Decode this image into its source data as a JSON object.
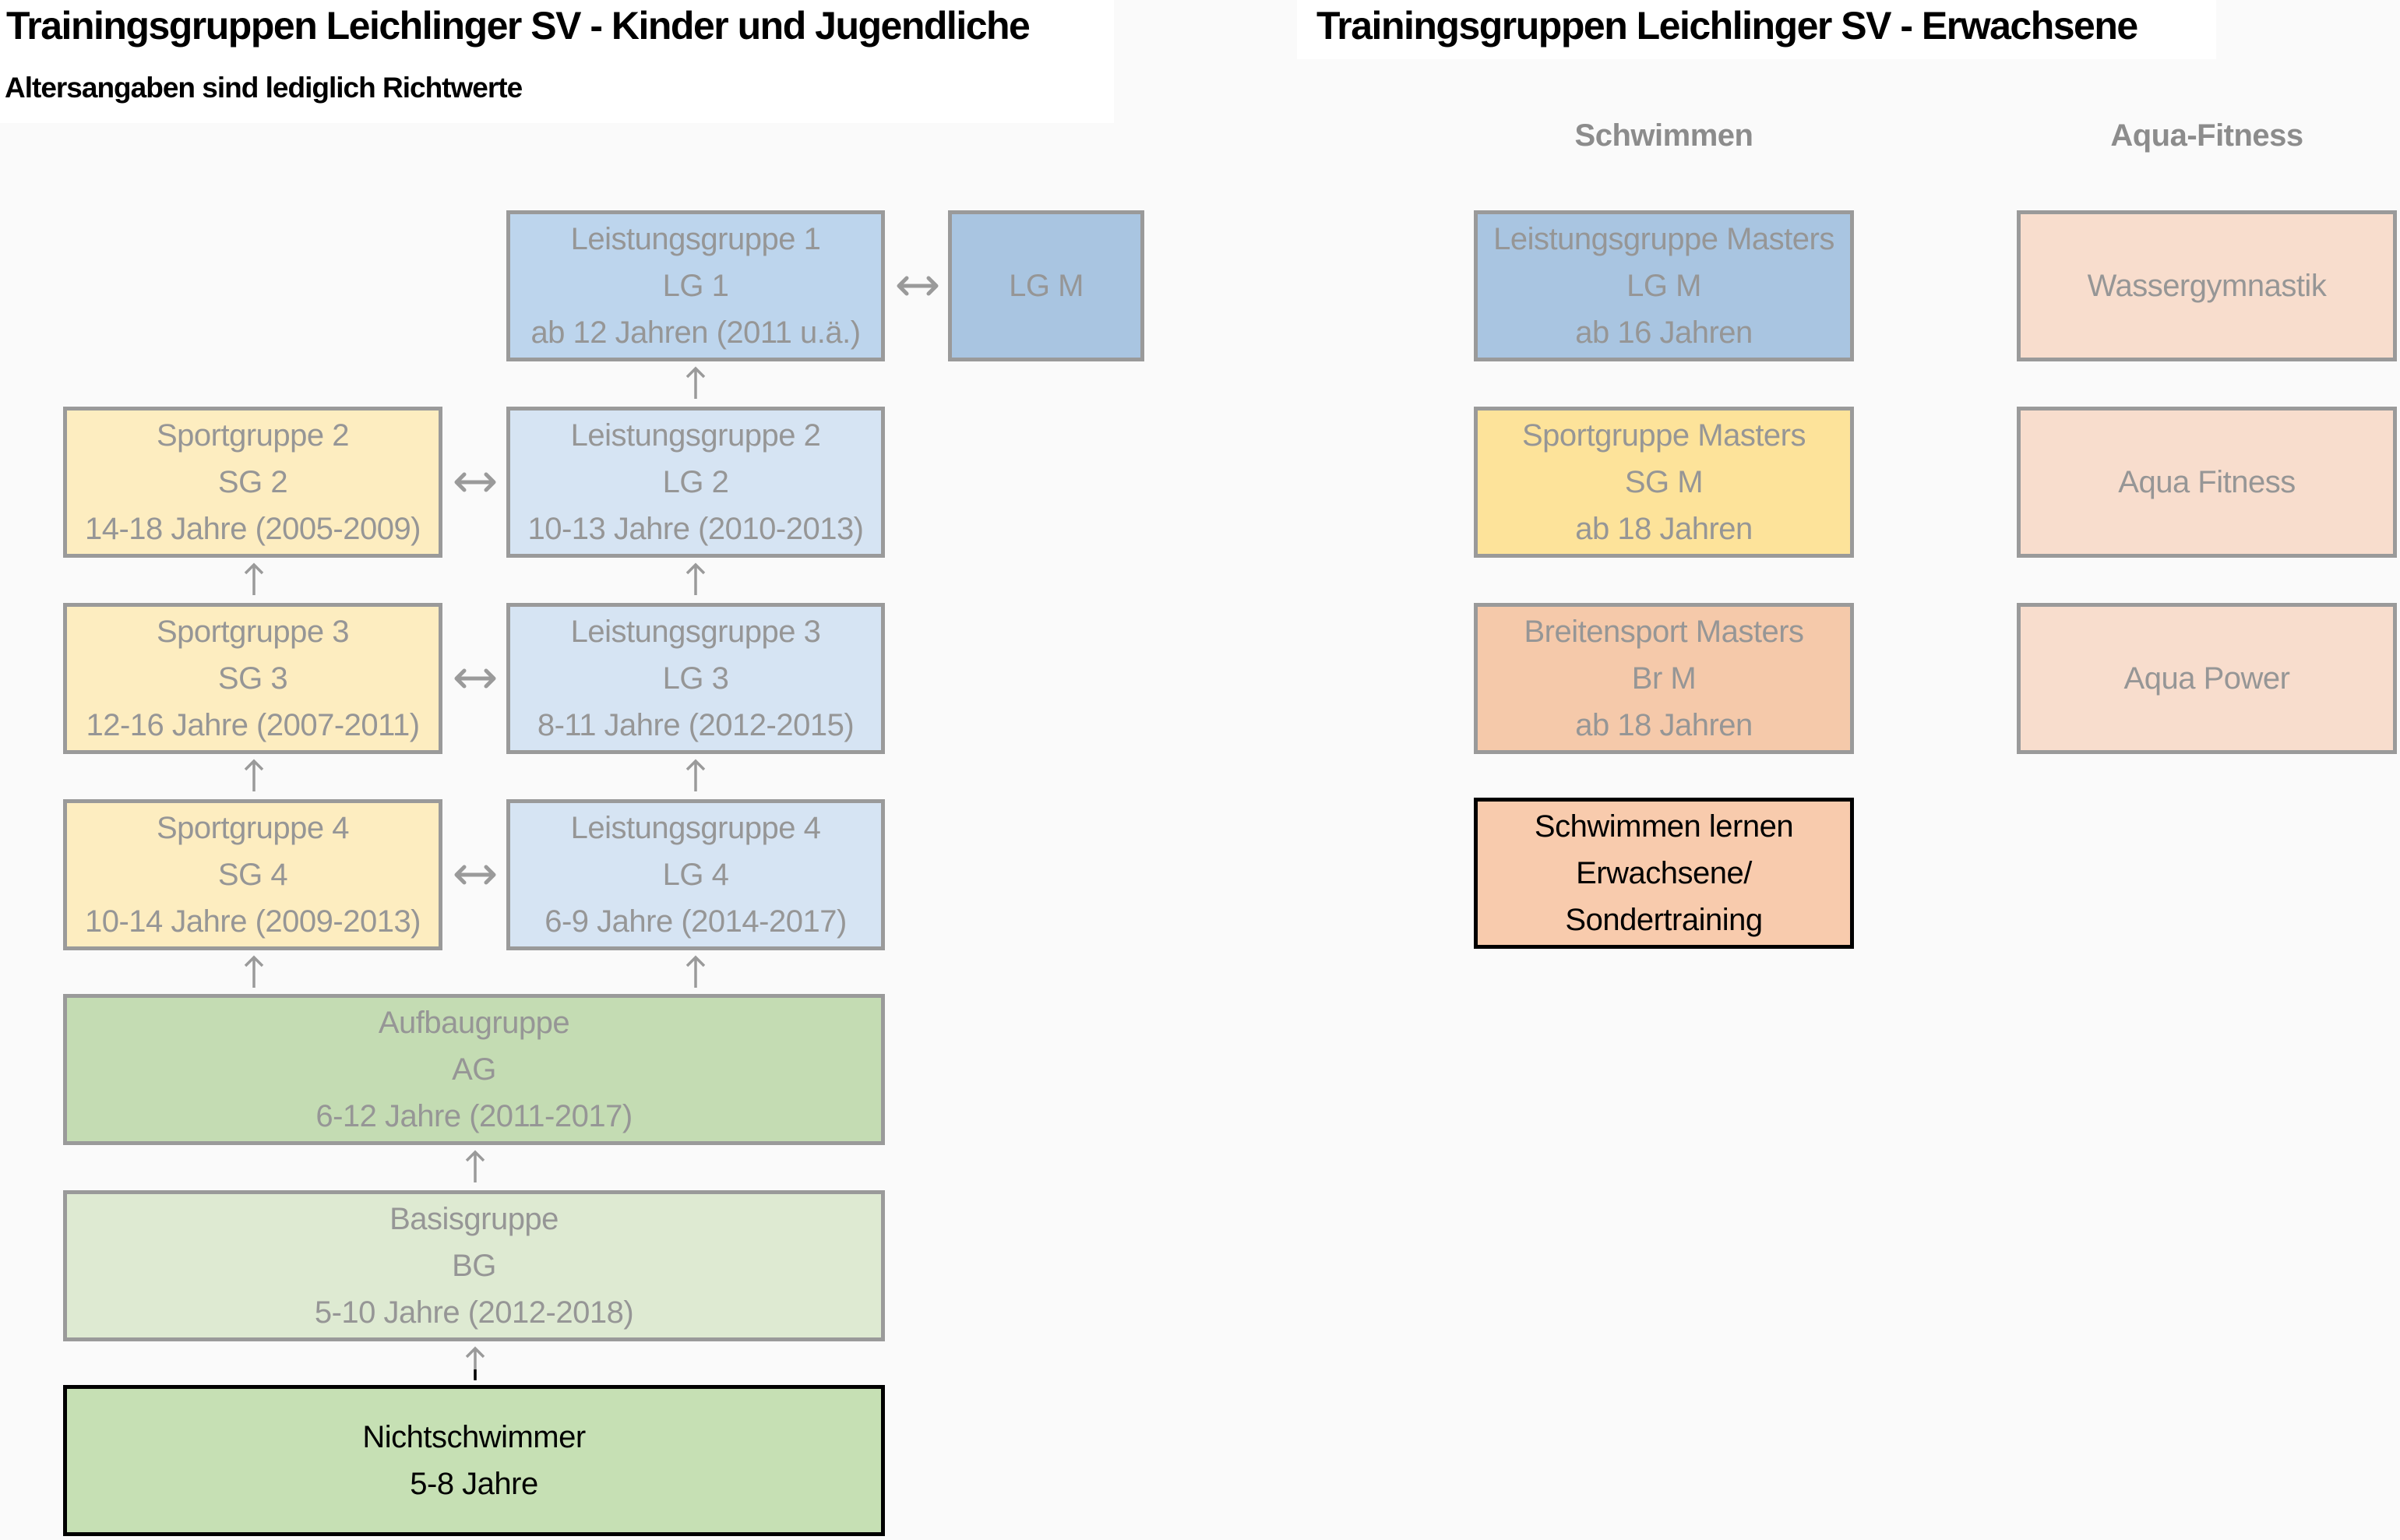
{
  "kids": {
    "title": "Trainingsgruppen Leichlinger SV - Kinder und Jugendliche",
    "subtitle": "Altersangaben sind lediglich Richtwerte",
    "groups": {
      "lg1": {
        "name": "Leistungsgruppe 1",
        "abbr": "LG 1",
        "age": "ab 12 Jahren (2011 u.ä.)",
        "color": "#bdd5ed"
      },
      "lgm": {
        "abbr": "LG M",
        "color": "#a9c5e1"
      },
      "sg2": {
        "name": "Sportgruppe 2",
        "abbr": "SG 2",
        "age": "14-18 Jahre (2005-2009)",
        "color": "#fdedc0"
      },
      "lg2": {
        "name": "Leistungsgruppe 2",
        "abbr": "LG 2",
        "age": "10-13 Jahre (2010-2013)",
        "color": "#d6e4f3"
      },
      "sg3": {
        "name": "Sportgruppe 3",
        "abbr": "SG 3",
        "age": "12-16 Jahre (2007-2011)",
        "color": "#fdedc0"
      },
      "lg3": {
        "name": "Leistungsgruppe 3",
        "abbr": "LG 3",
        "age": "8-11 Jahre (2012-2015)",
        "color": "#d6e4f3"
      },
      "sg4": {
        "name": "Sportgruppe 4",
        "abbr": "SG 4",
        "age": "10-14 Jahre (2009-2013)",
        "color": "#fdedc0"
      },
      "lg4": {
        "name": "Leistungsgruppe 4",
        "abbr": "LG 4",
        "age": "6-9 Jahre (2014-2017)",
        "color": "#d6e4f3"
      },
      "ag": {
        "name": "Aufbaugruppe",
        "abbr": "AG",
        "age": "6-12 Jahre (2011-2017)",
        "color": "#c4dcb3"
      },
      "bg": {
        "name": "Basisgruppe",
        "abbr": "BG",
        "age": "5-10 Jahre (2012-2018)",
        "color": "#deead2"
      },
      "ns": {
        "name": "Nichtschwimmer",
        "age": "5-8 Jahre",
        "color": "#c6e0b4"
      }
    }
  },
  "adults": {
    "title": "Trainingsgruppen Leichlinger SV - Erwachsene",
    "columns": {
      "swim": "Schwimmen",
      "aqua": "Aqua-Fitness"
    },
    "swim_groups": {
      "lgm": {
        "name": "Leistungsgruppe Masters",
        "abbr": "LG M",
        "age": "ab 16 Jahren",
        "color": "#a9c5e1"
      },
      "sgm": {
        "name": "Sportgruppe Masters",
        "abbr": "SG M",
        "age": "ab 18 Jahren",
        "color": "#fde39a"
      },
      "brm": {
        "name": "Breitensport Masters",
        "abbr": "Br M",
        "age": "ab 18 Jahren",
        "color": "#f5c9aa"
      },
      "learn": {
        "line1": "Schwimmen lernen",
        "line2": "Erwachsene/",
        "line3": "Sondertraining",
        "color": "#f8cbad"
      }
    },
    "aqua_groups": {
      "wg": {
        "name": "Wassergymnastik",
        "color": "#f8ddcd"
      },
      "af": {
        "name": "Aqua Fitness",
        "color": "#f8ddcd"
      },
      "ap": {
        "name": "Aqua Power",
        "color": "#f8ddcd"
      }
    }
  },
  "icons": {
    "arrow_up": "up-arrow-icon",
    "arrow_lr": "left-right-arrow-icon"
  }
}
